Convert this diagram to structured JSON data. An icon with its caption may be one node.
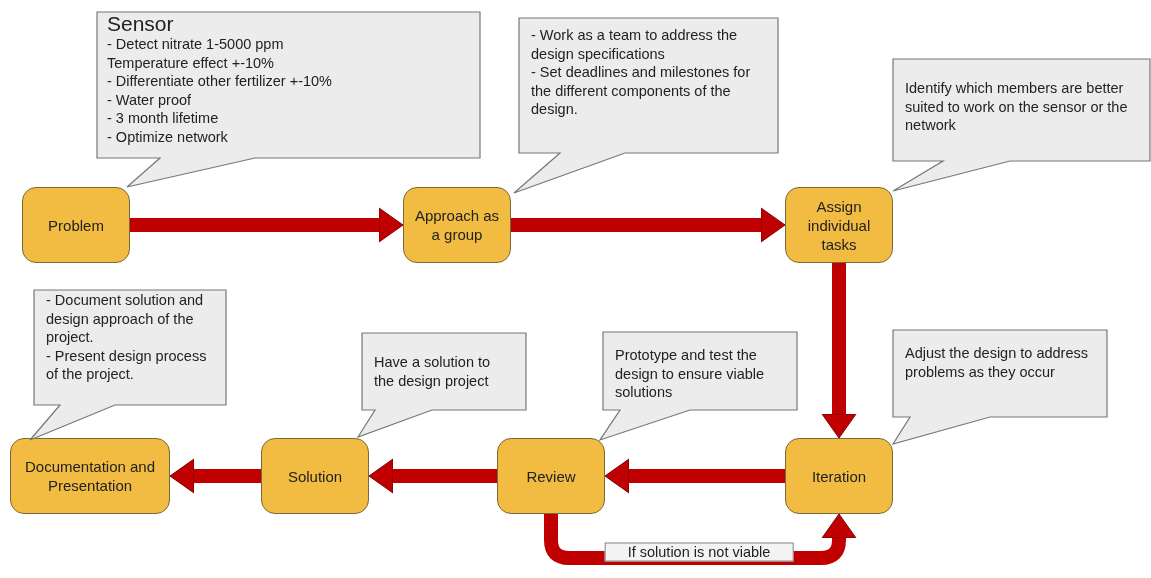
{
  "diagram": {
    "nodes": [
      {
        "text": [
          "Problem"
        ]
      },
      {
        "text": [
          "Approach as a group"
        ]
      },
      {
        "text": [
          "Assign individual tasks"
        ]
      },
      {
        "text": [
          "Iteration"
        ]
      },
      {
        "text": [
          "Review"
        ]
      },
      {
        "text": [
          "Solution"
        ]
      },
      {
        "text": [
          "Documentation and Presentation"
        ]
      },
      {
        "text": [
          "Sensor",
          "- Detect nitrate 1-5000 ppm",
          "Temperature effect +-10%",
          "- Differentiate other fertilizer +-10%",
          "- Water proof",
          "- 3 month lifetime",
          "- Optimize network"
        ]
      },
      {
        "text": [
          "- Work as a team to address the design specifications",
          "- Set deadlines and milestones for the different components of the design."
        ]
      },
      {
        "text": [
          "Identify which members are better suited to work on the sensor or the network"
        ]
      },
      {
        "text": [
          "- Document solution and design approach of the project.",
          "- Present design process of the project."
        ]
      },
      {
        "text": [
          "Have a solution to the design project"
        ]
      },
      {
        "text": [
          "Prototype and test the design to ensure viable solutions"
        ]
      },
      {
        "text": [
          "Adjust the design to address problems as they occur"
        ]
      }
    ],
    "edges": [
      {
        "from": 0,
        "to": 1,
        "arrow": "to"
      },
      {
        "from": 1,
        "to": 2,
        "arrow": "to"
      },
      {
        "from": 2,
        "to": 3,
        "arrow": "to"
      },
      {
        "from": 3,
        "to": 4,
        "arrow": "to"
      },
      {
        "from": 4,
        "to": 5,
        "arrow": "to"
      },
      {
        "from": 5,
        "to": 6,
        "arrow": "to"
      },
      {
        "from": 4,
        "to": 3,
        "arrow": "to",
        "label": "If solution is not viable"
      }
    ]
  }
}
